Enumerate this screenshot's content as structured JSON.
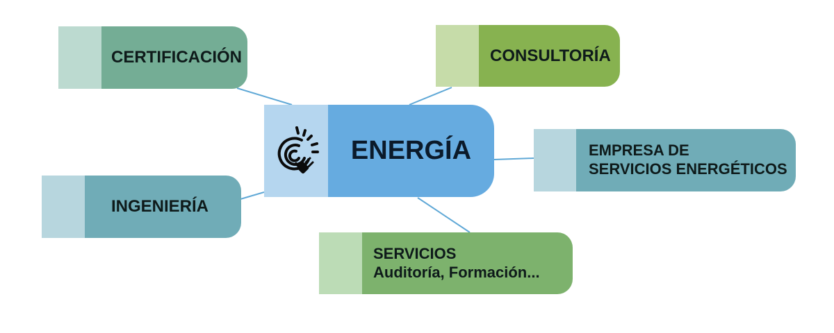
{
  "diagram": {
    "center": {
      "label": "ENERGÍA",
      "icon": "plug-power-icon"
    },
    "nodes": {
      "certificacion": {
        "label": "CERTIFICACIÓN"
      },
      "consultoria": {
        "label": "CONSULTORÍA"
      },
      "empresa": {
        "line1": "EMPRESA DE",
        "line2": "SERVICIOS ENERGÉTICOS"
      },
      "ingenieria": {
        "label": "INGENIERÍA"
      },
      "servicios": {
        "line1": "SERVICIOS",
        "line2": "Auditoría, Formación..."
      }
    },
    "colors": {
      "center": "#66abe0",
      "certificacion": "#74ad95",
      "consultoria": "#87b250",
      "empresa": "#70acb7",
      "ingenieria": "#70acb7",
      "servicios": "#7db26d",
      "connector": "#5fa8d6"
    }
  }
}
